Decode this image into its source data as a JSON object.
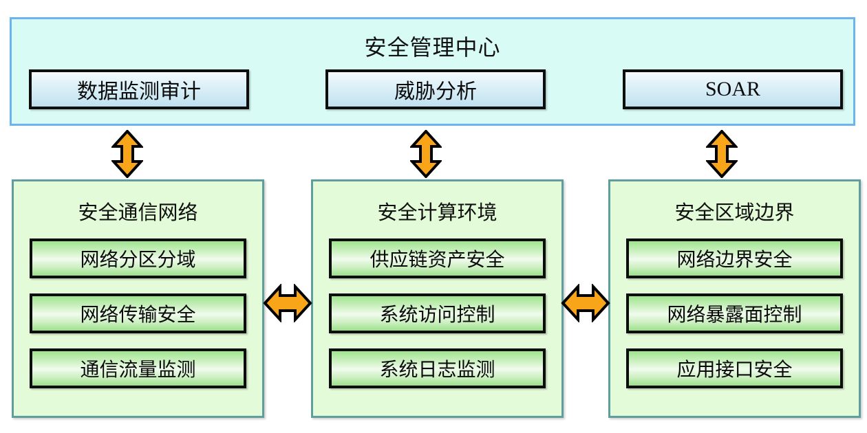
{
  "diagram": {
    "title": "安全管理中心",
    "colors": {
      "panel_border_blue": "#6CB4EF",
      "panel_bg_cyan": "#D9FBF6",
      "box_border_black": "#0D0D0D",
      "blue_box_gradient_top": "#F4FBFE",
      "blue_box_gradient_bottom": "#BFE0EF",
      "column_border_teal": "#5F9E9C",
      "column_bg_green": "#E3FBD8",
      "green_box_gradient_edge": "#9FE48F",
      "green_box_gradient_center": "#F1FCEE",
      "arrow_fill_orange": "#F9A51A",
      "arrow_stroke_black": "#000000"
    }
  },
  "management_center": {
    "title": "安全管理中心",
    "boxes": [
      {
        "label": "数据监测审计"
      },
      {
        "label": "威胁分析"
      },
      {
        "label": "SOAR"
      }
    ]
  },
  "columns": [
    {
      "title": "安全通信网络",
      "items": [
        {
          "label": "网络分区分域"
        },
        {
          "label": "网络传输安全"
        },
        {
          "label": "通信流量监测"
        }
      ]
    },
    {
      "title": "安全计算环境",
      "items": [
        {
          "label": "供应链资产安全"
        },
        {
          "label": "系统访问控制"
        },
        {
          "label": "系统日志监测"
        }
      ]
    },
    {
      "title": "安全区域边界",
      "items": [
        {
          "label": "网络边界安全"
        },
        {
          "label": "网络暴露面控制"
        },
        {
          "label": "应用接口安全"
        }
      ]
    }
  ],
  "connectors": {
    "vertical": [
      {
        "name": "management-center-to-secure-communication-network"
      },
      {
        "name": "management-center-to-secure-computing-environment"
      },
      {
        "name": "management-center-to-secure-area-boundary"
      }
    ],
    "horizontal": [
      {
        "name": "communication-network-to-computing-environment"
      },
      {
        "name": "computing-environment-to-area-boundary"
      }
    ]
  }
}
